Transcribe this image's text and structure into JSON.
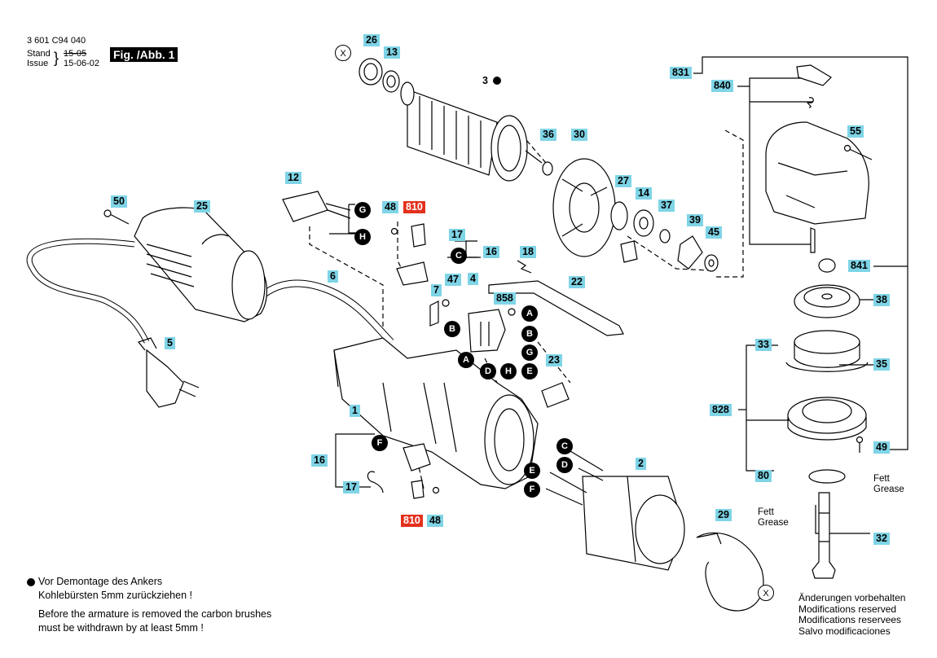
{
  "header": {
    "doc_number": "3 601 C94 040",
    "stand_label": "Stand",
    "issue_label": "Issue",
    "stand_old": "15-05",
    "issue_date": "15-06-02",
    "figure": "Fig. /Abb. 1"
  },
  "labels": {
    "p26": "26",
    "p13": "13",
    "p3": "3",
    "p36": "36",
    "p30": "30",
    "p27": "27",
    "p14": "14",
    "p37": "37",
    "p39": "39",
    "p45": "45",
    "p831": "831",
    "p840": "840",
    "p55": "55",
    "p841": "841",
    "p38": "38",
    "p33": "33",
    "p35": "35",
    "p828": "828",
    "p49": "49",
    "p80": "80",
    "p12": "12",
    "p48a": "48",
    "p810a": "810",
    "p17a": "17",
    "p16a": "16",
    "p18": "18",
    "p22": "22",
    "p50": "50",
    "p25": "25",
    "p6": "6",
    "p7": "7",
    "p4": "4",
    "p47": "47",
    "p858": "858",
    "p23": "23",
    "p5": "5",
    "p1": "1",
    "p16b": "16",
    "p17b": "17",
    "p810b": "810",
    "p48b": "48",
    "p2": "2",
    "p29": "29",
    "p32": "32"
  },
  "connectors": {
    "G1": "G",
    "H1": "H",
    "C1": "C",
    "A1": "A",
    "B1": "B",
    "B2": "B",
    "G2": "G",
    "A2": "A",
    "D1": "D",
    "H2": "H",
    "E1": "E",
    "F1": "F",
    "C2": "C",
    "D2": "D",
    "E2": "E",
    "F2": "F",
    "X1": "X",
    "X2": "X"
  },
  "notes": {
    "de_line1": "Vor Demontage des Ankers",
    "de_line2": "Kohlebürsten 5mm zurückziehen !",
    "en_line1": "Before the armature is removed the carbon brushes",
    "en_line2": "must be withdrawn by at least 5mm !"
  },
  "grease": {
    "top_de": "Fett",
    "top_en": "Grease",
    "bottom_de": "Fett",
    "bottom_en": "Grease"
  },
  "modifications": [
    "Änderungen vorbehalten",
    "Modifications reserved",
    "Modifications reservees",
    "Salvo modificaciones"
  ],
  "colors": {
    "label_bg": "#7fd4e6",
    "label_red": "#e3301c"
  }
}
